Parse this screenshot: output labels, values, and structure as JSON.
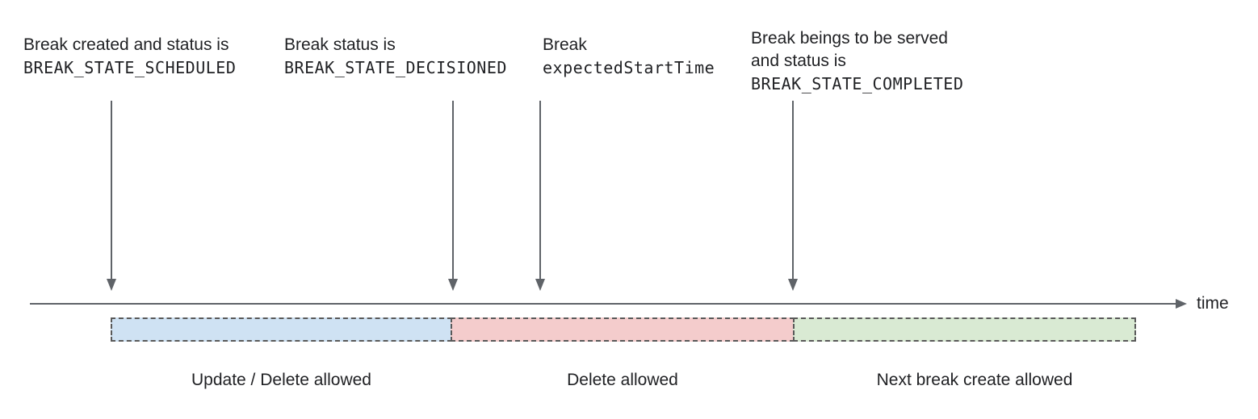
{
  "annotations": [
    {
      "line1": "Break created and status is",
      "code": "BREAK_STATE_SCHEDULED"
    },
    {
      "line1": "Break status is",
      "code": "BREAK_STATE_DECISIONED"
    },
    {
      "line1": "Break",
      "code": "expectedStartTime"
    },
    {
      "line1": "Break beings to be served",
      "line2": "and status is",
      "code": "BREAK_STATE_COMPLETED"
    }
  ],
  "timeline": {
    "label": "time"
  },
  "segments": [
    {
      "label": "Update / Delete allowed",
      "fill": "#cfe2f3"
    },
    {
      "label": "Delete allowed",
      "fill": "#f4cccc"
    },
    {
      "label": "Next break create allowed",
      "fill": "#d9ead3"
    }
  ],
  "colors": {
    "arrow": "#5f6368",
    "dashed_border": "#595959",
    "text": "#202124"
  }
}
